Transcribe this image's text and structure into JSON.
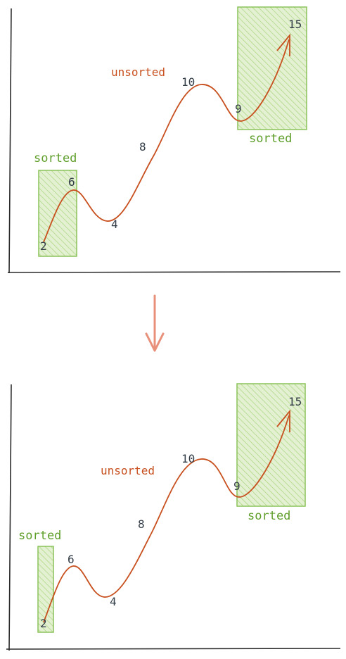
{
  "colors": {
    "axis": "#2b2b2b",
    "curve": "#c8501f",
    "sorted_fill": "#d9ecc4",
    "sorted_stroke": "#8cc35a",
    "sorted_text": "#5e9e2a",
    "transition_arrow": "#e8907a",
    "number_text": "#333d47"
  },
  "top_diagram": {
    "unsorted_label": "unsorted",
    "sorted_left_label": "sorted",
    "sorted_right_label": "sorted",
    "points": [
      "2",
      "6",
      "4",
      "8",
      "10",
      "9",
      "15"
    ]
  },
  "bottom_diagram": {
    "unsorted_label": "unsorted",
    "sorted_left_label": "sorted",
    "sorted_right_label": "sorted",
    "points": [
      "2",
      "6",
      "4",
      "8",
      "10",
      "9",
      "15"
    ]
  },
  "icons": {
    "transition": "down-arrow-icon",
    "curve_end": "arrowhead-icon"
  }
}
